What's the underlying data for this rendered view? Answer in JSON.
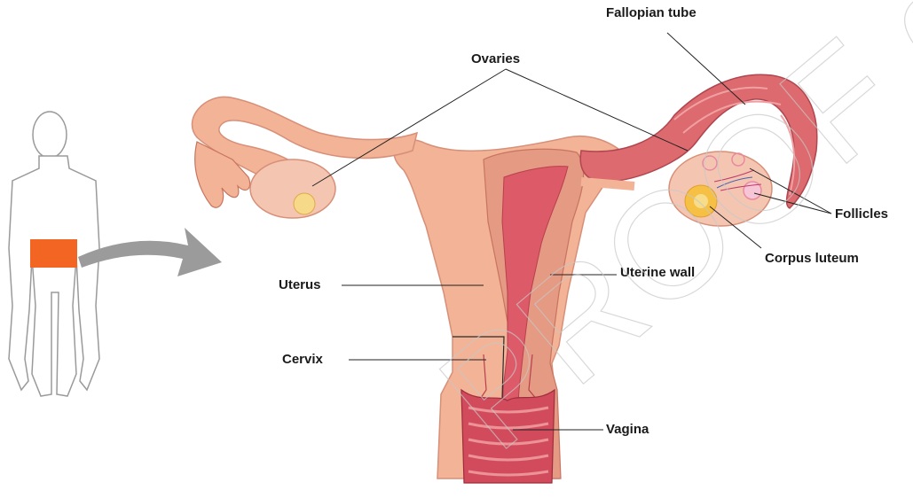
{
  "labels": {
    "fallopian_tube": "Fallopian tube",
    "ovaries": "Ovaries",
    "follicles": "Follicles",
    "corpus_luteum": "Corpus luteum",
    "uterus": "Uterus",
    "uterine_wall": "Uterine wall",
    "cervix": "Cervix",
    "vagina": "Vagina"
  },
  "watermark": "PROOF distribut",
  "colors": {
    "body_outline": "#9a9a9a",
    "highlight": "#f26522",
    "arrow": "#9b9b9b",
    "tissue": "#f2b397",
    "tissue_dark": "#e59a84",
    "lining": "#dd5a68",
    "tube_red": "#dc6a6e",
    "ovary": "#f4c6b2",
    "corpus_luteum": "#f5c043",
    "leader": "#222222"
  }
}
